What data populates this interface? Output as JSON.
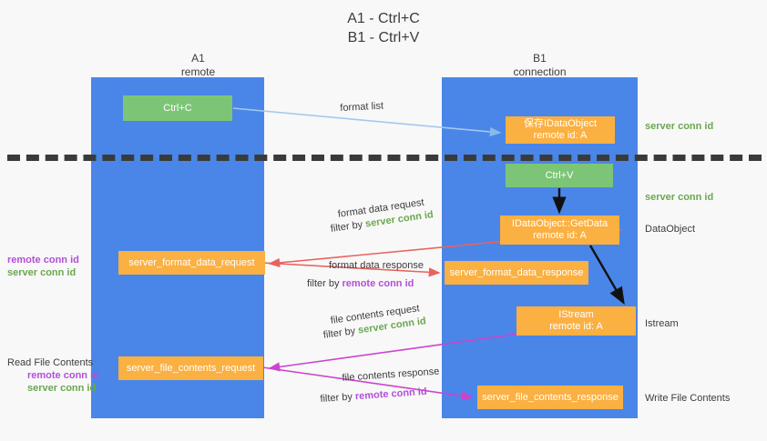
{
  "title": "A1 - Ctrl+C\nB1 - Ctrl+V",
  "colors": {
    "lane": "#4a86e8",
    "node_green": "#7cc576",
    "node_orange": "#fbb042",
    "server_conn_id": "#6aa84f",
    "remote_conn_id": "#b14fd8",
    "arrow_lightblue": "#a4c8ef",
    "arrow_red": "#e8635f",
    "arrow_magenta": "#cc44cc",
    "arrow_black": "#000000",
    "divider": "#3a3a3a",
    "background": "#f8f8f8"
  },
  "columns": {
    "a1": {
      "name": "A1",
      "role": "remote",
      "header": "A1\nremote"
    },
    "b1": {
      "name": "B1",
      "role": "connection",
      "header": "B1\nconnection"
    }
  },
  "nodes": {
    "ctrl_c": "Ctrl+C",
    "save_data_object": "保存IDataObject\nremote id: A",
    "ctrl_v": "Ctrl+V",
    "get_data": "IDataObject::GetData\nremote id: A",
    "istream": "IStream\nremote id: A",
    "server_format_data_request": "server_format_data_request",
    "server_format_data_response": "server_format_data_response",
    "server_file_contents_request": "server_file_contents_request",
    "server_file_contents_response": "server_file_contents_response"
  },
  "edge_labels": {
    "format_list": "format list",
    "format_data_request": "format data request",
    "format_data_request_filter_prefix": "filter by ",
    "format_data_request_filter_key": "server conn id",
    "format_data_response": "format data response",
    "format_data_response_filter_prefix": "filter by ",
    "format_data_response_filter_key": "remote conn id",
    "file_contents_request": "file contents request",
    "file_contents_request_filter_prefix": "filter by ",
    "file_contents_request_filter_key": "server conn id",
    "file_contents_response": "file contents response",
    "file_contents_response_filter_prefix": "filter by ",
    "file_contents_response_filter_key": "remote conn id"
  },
  "annotations": {
    "right": {
      "server_conn_id_top": "server conn id",
      "server_conn_id_mid": "server conn id",
      "data_object": "DataObject",
      "istream": "Istream",
      "write_file_contents": "Write File Contents"
    },
    "left": {
      "remote_conn_id_1": "remote conn id",
      "server_conn_id_1": "server conn id",
      "read_file_contents": "Read File Contents",
      "remote_conn_id_2": "remote conn id",
      "server_conn_id_2": "server conn id"
    }
  }
}
